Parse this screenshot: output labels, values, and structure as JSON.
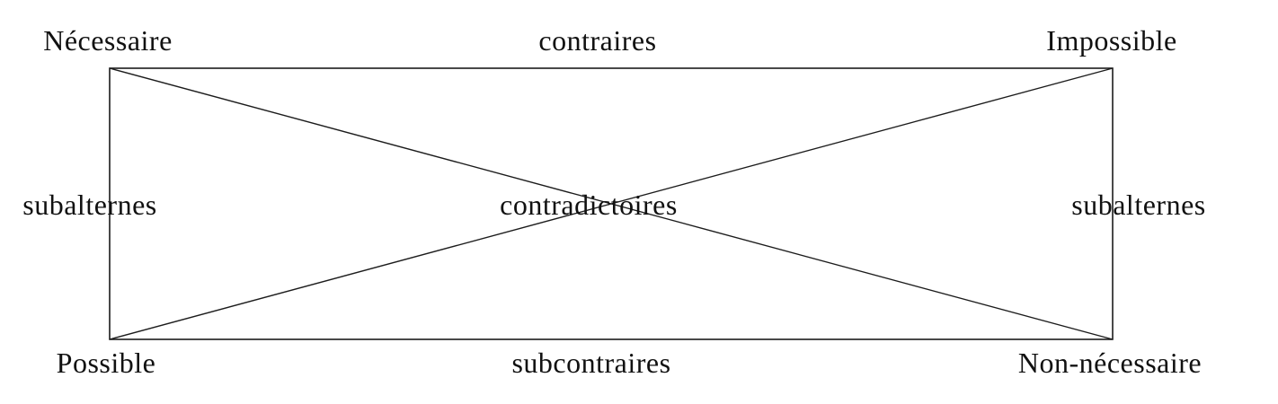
{
  "diagram": {
    "title": "square-of-opposition-modal",
    "corners": {
      "top_left": "Nécessaire",
      "top_right": "Impossible",
      "bottom_left": "Possible",
      "bottom_right": "Non-nécessaire"
    },
    "relations": {
      "top": "contraires",
      "bottom": "subcontraires",
      "left": "subalternes",
      "right": "subalternes",
      "diagonals": "contradictoires"
    },
    "line_color": "#1c1c1c"
  }
}
